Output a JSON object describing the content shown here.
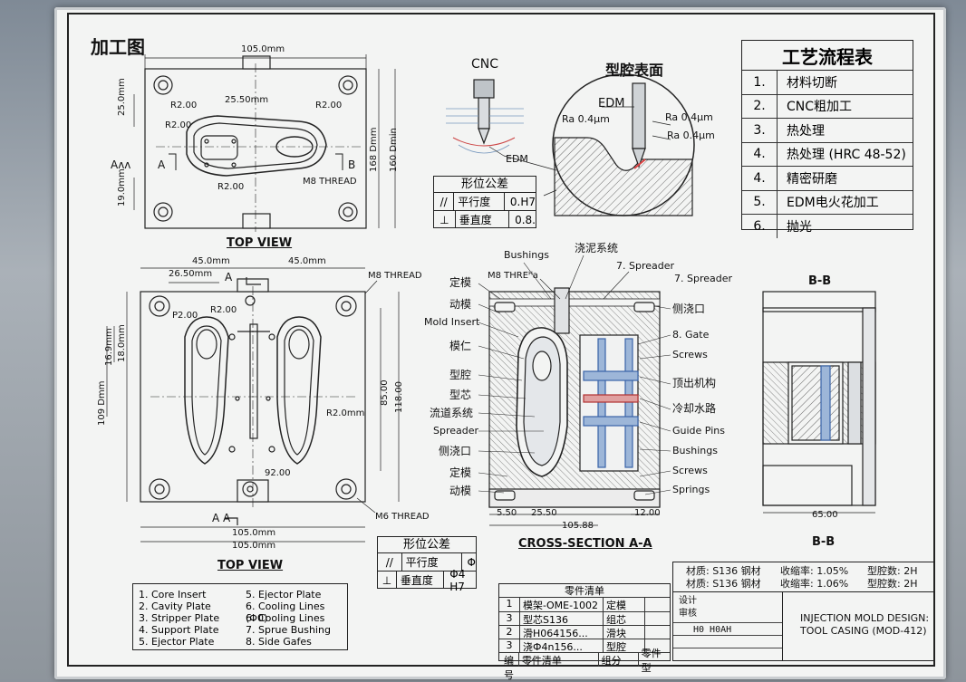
{
  "drawing_title": "加工图",
  "process_table": {
    "title": "工艺流程表",
    "steps": [
      {
        "no": "1.",
        "text": "材料切断"
      },
      {
        "no": "2.",
        "text": "CNC粗加工"
      },
      {
        "no": "3.",
        "text": "热处理"
      },
      {
        "no": "4.",
        "text": "热处理 (HRC 48-52)"
      },
      {
        "no": "4.",
        "text": "精密研磨"
      },
      {
        "no": "5.",
        "text": "EDM电火花加工"
      },
      {
        "no": "6.",
        "text": "抛光"
      }
    ]
  },
  "top_view_1": {
    "label": "TOP VIEW",
    "dims": {
      "width": "105.0mm",
      "slot": "25.50mm",
      "r1": "R2.00",
      "r2": "R2.00",
      "r3": "R2.00",
      "r4": "R2.00",
      "thread": "M8 THREAD",
      "h1": "25.0mm",
      "h2": "168 Dmm",
      "h3": "160 Dmin",
      "h4": "19.0mm"
    },
    "section_a": "A",
    "section_a2": "Aʌʌ",
    "section_b": "B"
  },
  "cnc_detail": {
    "cnc": "CNC",
    "edm": "EDM"
  },
  "cavity_detail": {
    "title": "型腔表面",
    "edm": "EDM",
    "ra1": "Ra 0.4μm",
    "ra2": "Ra 0.4μm",
    "ra3": "Ra 0.4μm"
  },
  "tolerance_1": {
    "title": "形位公差",
    "rows": [
      {
        "sym": "//",
        "name": "平行度",
        "val": "0.H7"
      },
      {
        "sym": "⊥",
        "name": "垂直度",
        "val": "0.8."
      }
    ]
  },
  "top_view_2": {
    "label": "TOP VIEW",
    "dims": {
      "w1": "45.0mm",
      "w2": "45.0mm",
      "slot": "26.50mm",
      "p": "P2.00",
      "r": "R2.00",
      "r2": "R2.0mm",
      "d92": "92.00",
      "m8": "M8 THREAD",
      "m6": "M6 THREAD",
      "w3": "105.0mm",
      "w4": "105.0mm",
      "h1": "109 Dmm",
      "h2": "16.9mm",
      "h3": "18.0mm",
      "h4": "85.00",
      "h5": "118.00"
    },
    "section_a": "A",
    "section_aa": "A  A"
  },
  "cross_section": {
    "title": "CROSS-SECTION A-A",
    "left_labels": [
      "定模",
      "动模",
      "Mold Insert",
      "模仁",
      "型腔",
      "型芯",
      "流道系统",
      "Spreader",
      "侧浇口",
      "定模",
      "动模"
    ],
    "top_labels": [
      "Bushings",
      "M8 THREᴴa",
      "浇泥系统",
      "7. Spreader"
    ],
    "right_labels": [
      "7. Spreader",
      "侧浇口",
      "8. Gate",
      "Screws",
      "顶出机构",
      "冷却水路",
      "Guide Pins",
      "Bushings",
      "Screws",
      "Springs"
    ],
    "dims": {
      "a": "5.50",
      "b": "25.50",
      "c": "105.88",
      "d": "12.00"
    }
  },
  "section_bb": {
    "label_top": "B-B",
    "label_bottom": "B-B",
    "dim": "65.00"
  },
  "tolerance_2": {
    "title": "形位公差",
    "rows": [
      {
        "sym": "//",
        "name": "平行度",
        "val": "Φ"
      },
      {
        "sym": "⊥",
        "name": "垂直度",
        "val": "Φ4 H7"
      }
    ]
  },
  "legend": {
    "left": [
      "1. Core Insert",
      "2. Cavity Plate",
      "3. Stripper Plate",
      "4. Support Plate",
      "5. Ejector Plate"
    ],
    "right": [
      "5. Ejector Plate",
      "6. Cooling Lines (Φ0)",
      "6. Cooling Lines",
      "7. Sprue Bushing",
      "8. Side Gafes"
    ]
  },
  "bom": {
    "header": "零件清单",
    "rows": [
      {
        "no": "1",
        "name": "模架-OME-1002",
        "mat": "定模"
      },
      {
        "no": "3",
        "name": "型芯S136",
        "mat": "组芯"
      },
      {
        "no": "2",
        "name": "滑H064156...",
        "mat": "滑块"
      },
      {
        "no": "3",
        "name": "浇Ф4n156...",
        "mat": "型腔"
      }
    ],
    "footer": {
      "a": "编号",
      "b": "零件清单",
      "c": "组分",
      "d": "零件型"
    }
  },
  "title_block": {
    "mat1": "材质: S136 钢材",
    "mat2": "材质: S136 钢材",
    "shrink1": "收缩率: 1.05%",
    "shrink2": "收缩率: 1.06%",
    "cav1": "型腔数: 2H",
    "cav2": "型腔数: 2H",
    "small1": "设计",
    "small2": "审核",
    "code": "H0 H0AH",
    "main": "INJECTION MOLD DESIGN:",
    "sub": "TOOL CASING (MOD-412)"
  }
}
